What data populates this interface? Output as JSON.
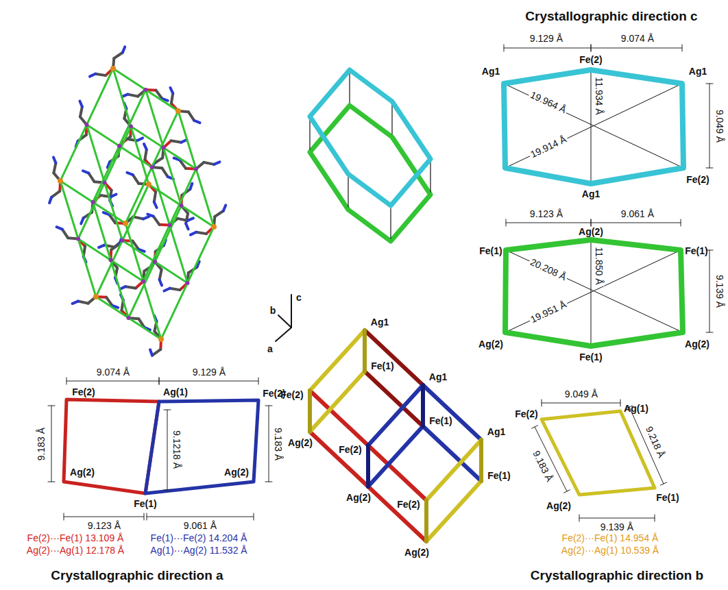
{
  "diagram": {
    "labels": [
      "Crystallographic direction c",
      "9.129 Å",
      "9.074 Å",
      "Ag1",
      "Fe(2)",
      "Ag1",
      "19.964 Å",
      "11.934 Å",
      "19.914 Å",
      "9.049 Å",
      "Fe(2)",
      "Ag1",
      "9.123 Å",
      "Ag(2)",
      "9.061 Å",
      "Fe(1)",
      "Fe(1)",
      "20.208 Å",
      "11.850 Å",
      "9.139 Å",
      "19.951 Å",
      "Ag(2)",
      "Ag(2)",
      "Fe(1)",
      "Fe(2)",
      "Ag1",
      "Ag(2)",
      "Fe(1)",
      "Fe(2)",
      "Ag1",
      "Ag(2)",
      "Fe(1)",
      "Fe(2)",
      "Ag1",
      "Ag(2)",
      "Fe(1)",
      "b",
      "c",
      "a",
      "9.074 Å",
      "9.129 Å",
      "Fe(2)",
      "Ag(1)",
      "Fe(2)",
      "9.183 Å",
      "9.1218 Å",
      "9.183 Å",
      "Ag(2)",
      "Ag(2)",
      "Fe(1)",
      "9.123 Å",
      "9.061 Å",
      "Fe(2)···Fe(1) 13.109 Å",
      "Ag(2)···Ag(1) 12.178 Å",
      "Fe(1)···Fe(2) 14.204 Å",
      "Ag(1)···Ag(2) 11.532 Å",
      "Crystallographic direction a",
      "9.049 Å",
      "Fe(2)",
      "Ag(1)",
      "9.218 Å",
      "9.183 Å",
      "Fe(1)",
      "Ag(2)",
      "9.139 Å",
      "Fe(2)···Fe(1) 14.954 Å",
      "Ag(2)···Ag(1) 10.539 Å",
      "Crystallographic direction b"
    ]
  }
}
